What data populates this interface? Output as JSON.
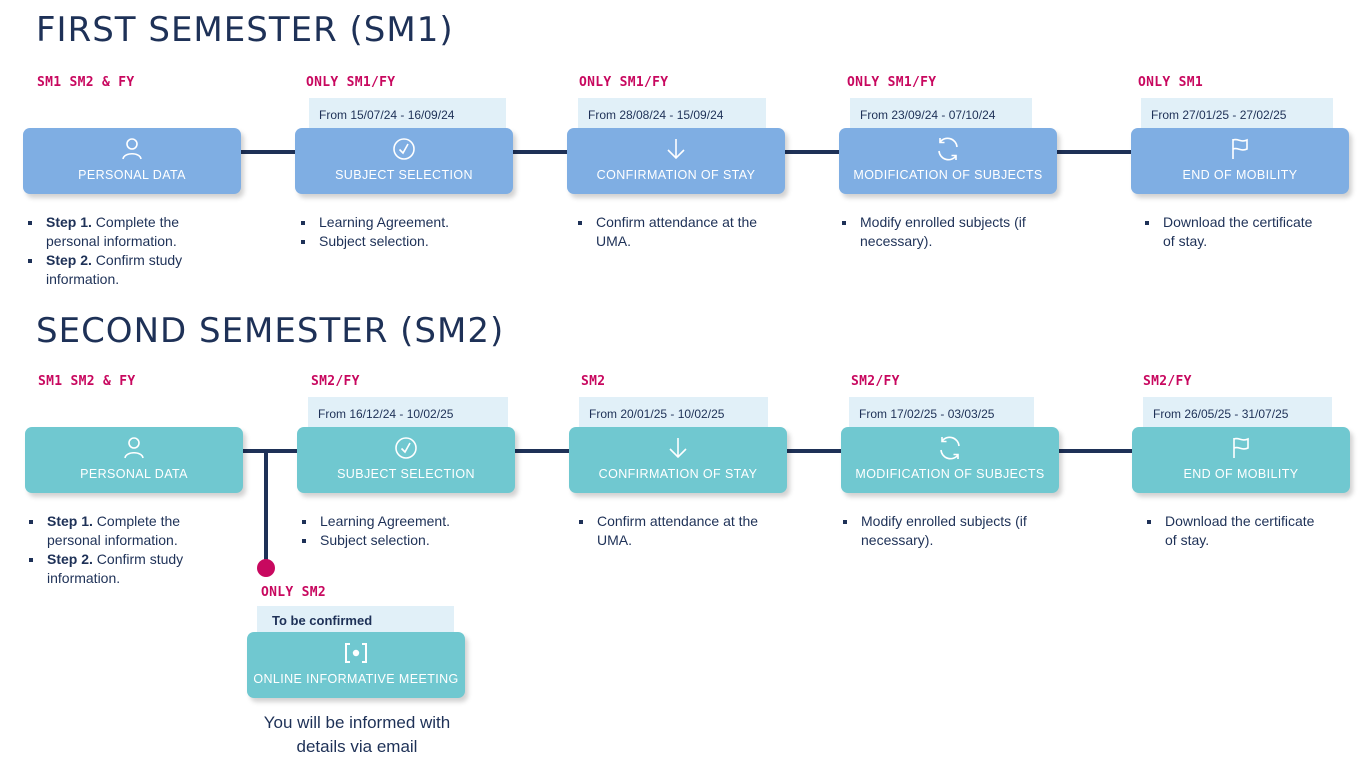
{
  "sections": [
    {
      "title": "FIRST SEMESTER (SM1)",
      "steps": [
        {
          "tag": "SM1 SM2 & FY",
          "date": "",
          "icon": "user-icon",
          "label": "PERSONAL DATA",
          "bullets": [
            {
              "bold": "Step 1.",
              "text": " Complete the personal information."
            },
            {
              "bold": "Step 2.",
              "text": " Confirm study information."
            }
          ]
        },
        {
          "tag": "ONLY SM1/FY",
          "date": "From 15/07/24 - 16/09/24",
          "icon": "check-circle-icon",
          "label": "SUBJECT SELECTION",
          "bullets": [
            {
              "bold": "",
              "text": "Learning Agreement."
            },
            {
              "bold": "",
              "text": "Subject selection."
            }
          ]
        },
        {
          "tag": "ONLY SM1/FY",
          "date": "From 28/08/24 - 15/09/24",
          "icon": "arrow-down-icon",
          "label": "CONFIRMATION OF STAY",
          "bullets": [
            {
              "bold": "",
              "text": "Confirm attendance at the UMA."
            }
          ]
        },
        {
          "tag": "ONLY SM1/FY",
          "date": "From 23/09/24 - 07/10/24",
          "icon": "refresh-icon",
          "label": "MODIFICATION OF SUBJECTS",
          "bullets": [
            {
              "bold": "",
              "text": "Modify enrolled subjects (if necessary)."
            }
          ]
        },
        {
          "tag": "ONLY SM1",
          "date": "From 27/01/25 - 27/02/25",
          "icon": "flag-icon",
          "label": "END OF MOBILITY",
          "bullets": [
            {
              "bold": "",
              "text": "Download the certificate of stay."
            }
          ]
        }
      ]
    },
    {
      "title": "SECOND SEMESTER (SM2)",
      "steps": [
        {
          "tag": "SM1 SM2 & FY",
          "date": "",
          "icon": "user-icon",
          "label": "PERSONAL DATA",
          "bullets": [
            {
              "bold": "Step 1.",
              "text": " Complete the personal information."
            },
            {
              "bold": "Step 2.",
              "text": " Confirm study information."
            }
          ]
        },
        {
          "tag": "SM2/FY",
          "date": "From 16/12/24 - 10/02/25",
          "icon": "check-circle-icon",
          "label": "SUBJECT SELECTION",
          "bullets": [
            {
              "bold": "",
              "text": "Learning Agreement."
            },
            {
              "bold": "",
              "text": "Subject selection."
            }
          ]
        },
        {
          "tag": "SM2",
          "date": "From 20/01/25 - 10/02/25",
          "icon": "arrow-down-icon",
          "label": "CONFIRMATION OF STAY",
          "bullets": [
            {
              "bold": "",
              "text": "Confirm attendance at the UMA."
            }
          ]
        },
        {
          "tag": "SM2/FY",
          "date": "From 17/02/25 - 03/03/25",
          "icon": "refresh-icon",
          "label": "MODIFICATION OF SUBJECTS",
          "bullets": [
            {
              "bold": "",
              "text": "Modify enrolled subjects (if necessary)."
            }
          ]
        },
        {
          "tag": "SM2/FY",
          "date": "From 26/05/25 - 31/07/25",
          "icon": "flag-icon",
          "label": "END OF MOBILITY",
          "bullets": [
            {
              "bold": "",
              "text": "Download the certificate of stay."
            }
          ]
        }
      ]
    }
  ],
  "meeting": {
    "tag": "ONLY SM2",
    "date": "To be confirmed",
    "icon": "webcam-icon",
    "label": "ONLINE INFORMATIVE MEETING",
    "note": "You will be informed with details via email"
  },
  "colors": {
    "navy": "#1e3157",
    "magenta": "#c8085f",
    "blue_box": "#7faee3",
    "teal_box": "#70c8d0",
    "date_bg": "#e1f0f8"
  }
}
